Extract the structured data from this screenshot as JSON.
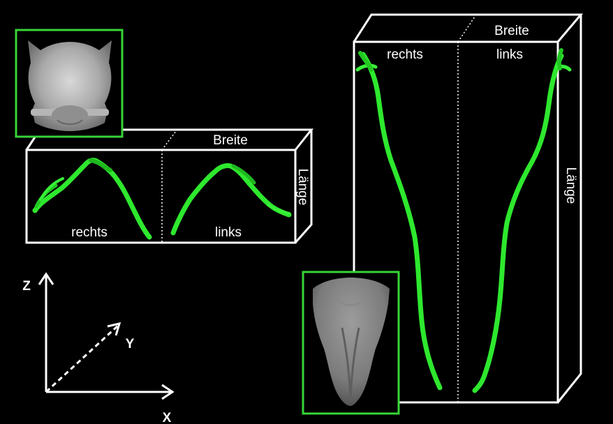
{
  "colors": {
    "background": "#000000",
    "box_outline": "#ffffff",
    "structure_green": "#2ee82e",
    "inset_frame": "#37d437"
  },
  "left_box": {
    "top_label": "Breite",
    "side_label": "Länge",
    "left_label": "rechts",
    "right_label": "links"
  },
  "right_box": {
    "top_label": "Breite",
    "side_label": "Länge",
    "left_label": "rechts",
    "right_label": "links"
  },
  "axes": {
    "z_label": "Z",
    "y_label": "Y",
    "x_label": "X"
  },
  "insets": {
    "front_view_icon": "skull-front-view",
    "top_view_icon": "skull-top-view"
  }
}
